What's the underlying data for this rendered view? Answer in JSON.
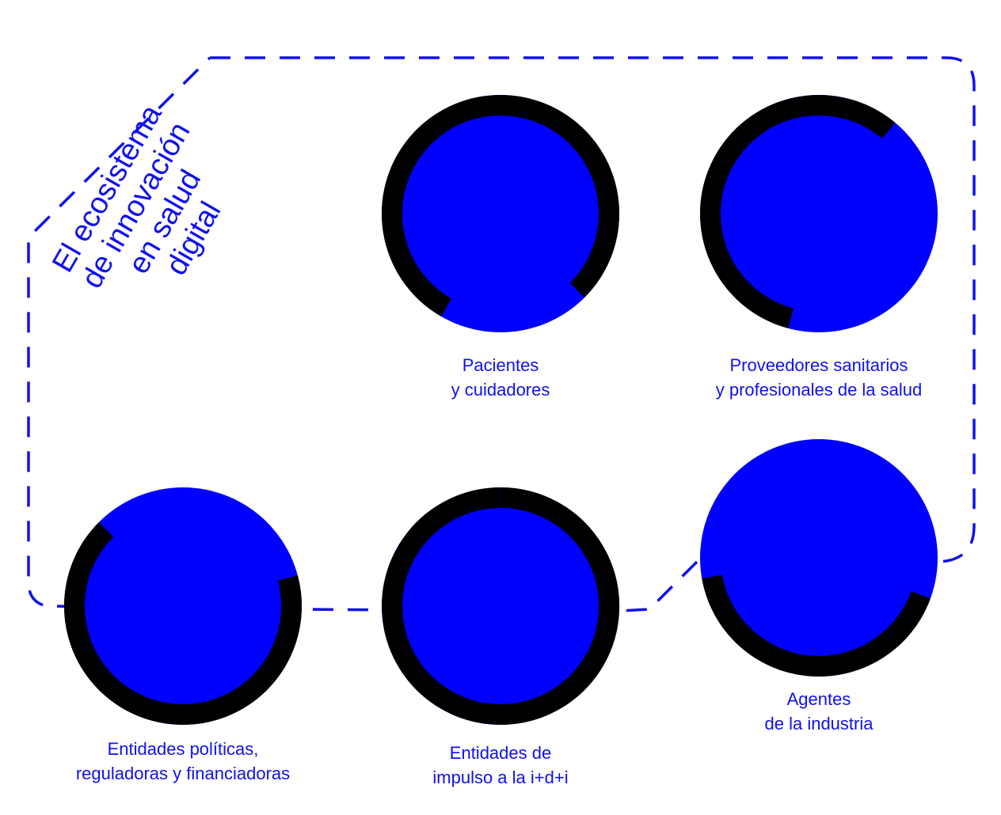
{
  "title": {
    "lines": [
      "El ecosistema",
      "de innovación",
      "en salud",
      "digital"
    ]
  },
  "colors": {
    "node_fill": "#0000ff",
    "arc": "#000000",
    "text": "#1010f0",
    "dashed_border": "#1010f0"
  },
  "nodes": [
    {
      "id": "pacientes",
      "lines": [
        "Pacientes",
        "y cuidadores"
      ],
      "arc_start_deg": -45,
      "arc_end_deg": 240
    },
    {
      "id": "proveedores",
      "lines": [
        "Proveedores sanitarios",
        "y profesionales de la salud"
      ],
      "arc_start_deg": 50,
      "arc_end_deg": 255
    },
    {
      "id": "entidades-politicas",
      "lines": [
        "Entidades políticas,",
        "reguladoras y financiadoras"
      ],
      "arc_start_deg": 135,
      "arc_end_deg": 375
    },
    {
      "id": "entidades-impulso",
      "lines": [
        "Entidades de",
        "impulso a la i+d+i"
      ],
      "arc_start_deg": 90,
      "arc_end_deg": 450
    },
    {
      "id": "agentes",
      "lines": [
        "Agentes",
        "de la industria"
      ],
      "arc_start_deg": 190,
      "arc_end_deg": 340
    }
  ]
}
